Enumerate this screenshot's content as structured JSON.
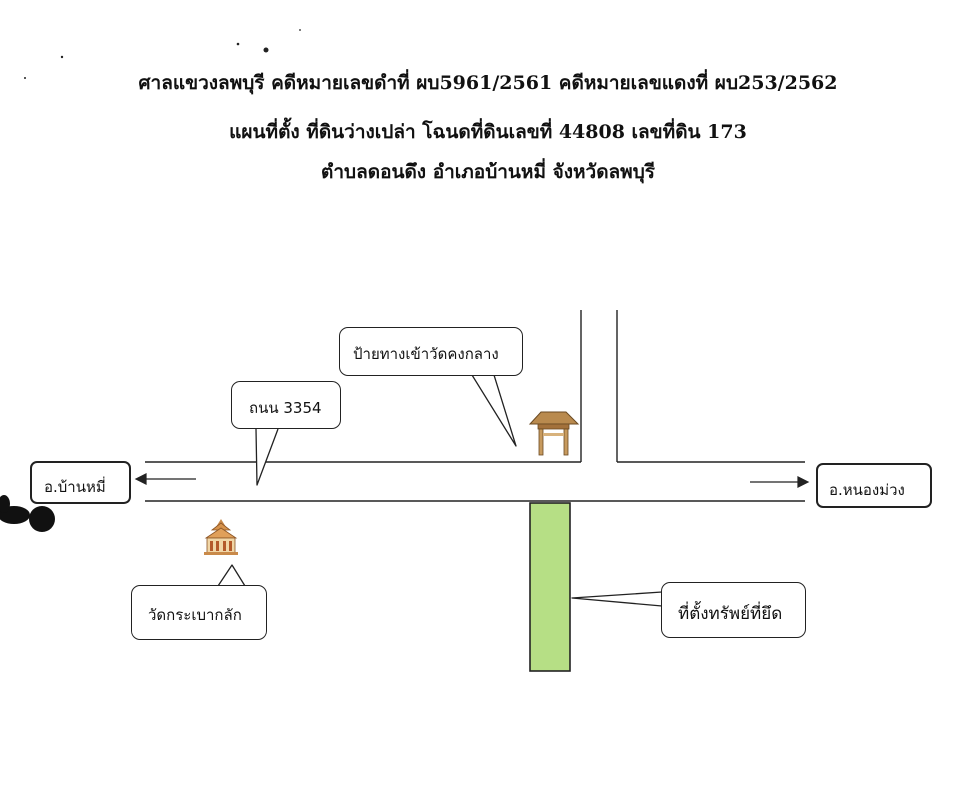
{
  "header": {
    "line1": "ศาลแขวงลพบุรี คดีหมายเลขดำที่ ผบ5961/2561 คดีหมายเลขแดงที่ ผบ253/2562",
    "line2": "แผนที่ตั้ง ที่ดินว่างเปล่า โฉนดที่ดินเลขที่ 44808  เลขที่ดิน 173",
    "line3": "ตำบลดอนดึง  อำเภอบ้านหมี่  จังหวัดลพบุรี"
  },
  "map": {
    "road_label": "ถนน 3354",
    "left_destination": "อ.บ้านหมี่",
    "right_destination": "อ.หนองม่วง",
    "gate_callout": "ป้ายทางเข้าวัดคงกลาง",
    "temple_callout": "วัดกระเบากลัก",
    "property_callout": "ที่ตั้งทรัพย์ที่ยึด",
    "property_color": "#b6df85",
    "icons": [
      "temple-gate-icon",
      "temple-icon",
      "arrow-left-icon",
      "arrow-right-icon"
    ]
  }
}
